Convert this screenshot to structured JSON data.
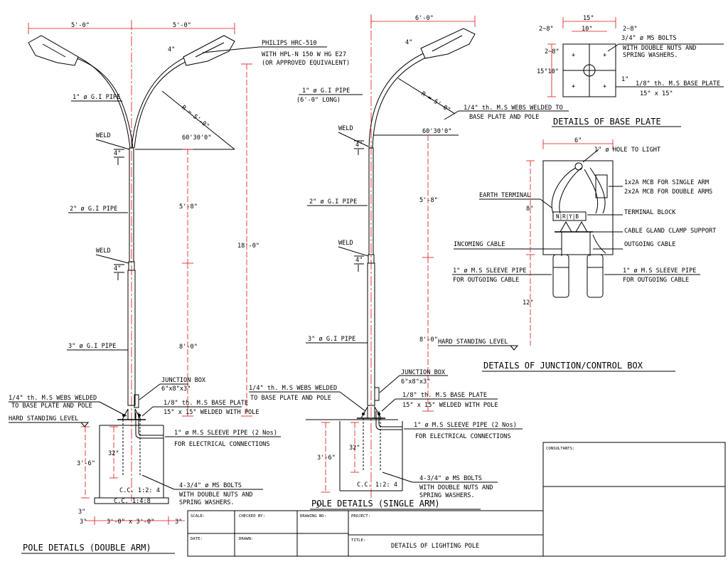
{
  "double": {
    "title": "POLE DETAILS (DOUBLE ARM)",
    "dim_left": "5'-0\"",
    "dim_right": "5'-0\"",
    "lamp_note": [
      "PHILIPS HRC-510",
      "WITH HPL-N 150 W HG E27",
      "(OR APPROVED EQUIVALENT)"
    ],
    "pipe_1": "1\" ø G.I PIPE",
    "pipe_2": "2\" ø G.I PIPE",
    "pipe_3": "3\" ø G.I PIPE",
    "weld": "WELD",
    "weld_dim": "4\"",
    "tilt": "4\"",
    "radius": "R = 5'-0\"",
    "angle": "60'30'0\"",
    "h_total": "18'-0\"",
    "h_upper": "5'-8\"",
    "h_lower": "8'-0\"",
    "junction_box": [
      "JUNCTION BOX",
      "6\"x8\"x3\""
    ],
    "webs": [
      "1/4\" th. M.S WEBS WELDED",
      "TO BASE PLATE AND POLE"
    ],
    "base_plate": [
      "1/8\" th. M.S BASE PLATE",
      "15\" x 15\" WELDED WITH POLE"
    ],
    "hard_standing": "HARD STANDING LEVEL",
    "sleeve": [
      "1\" ø M.S SLEEVE PIPE (2 Nos)",
      "FOR ELECTRICAL CONNECTIONS"
    ],
    "bolts": [
      "4-3/4\" ø MS BOLTS",
      "WITH DOUBLE NUTS AND",
      "SPRING WASHERS."
    ],
    "depth": "3'-6\"",
    "embed": "32\"",
    "cc1": "C.C. 1:2: 4",
    "cc2": "C.C. 1:4:8",
    "footing_side": "3\"",
    "footing_bottom": "3'-0\" x 3'-0\""
  },
  "single": {
    "title": "POLE DETAILS (SINGLE ARM)",
    "dim_top": "6'-0\"",
    "pipe_1": [
      "1\" ø G.I PIPE",
      "(6'-0\" LONG)"
    ],
    "webs_top": [
      "1/4\" th. M.S WEBS WELDED TO",
      "BASE PLATE AND POLE"
    ],
    "radius": "R = 5'-0\"",
    "angle": "60'30'0\"",
    "tilt": "4\"",
    "weld": "WELD",
    "weld_dim": "4\"",
    "pipe_2": "2\" ø G.I PIPE",
    "pipe_3": "3\" ø G.I PIPE",
    "h_upper": "5'-8\"",
    "h_lower": "8'-0\"",
    "junction_box": [
      "JUNCTION BOX",
      "6\"x8\"x3\""
    ],
    "webs": [
      "1/4\" th. M.S WEBS WELDED",
      "TO BASE PLATE AND POLE"
    ],
    "base_plate": [
      "1/8\" th. M.S BASE PLATE",
      "15\" x 15\" WELDED WITH POLE"
    ],
    "sleeve": [
      "1\" ø M.S SLEEVE PIPE (2 Nos)",
      "FOR ELECTRICAL CONNECTIONS"
    ],
    "bolts": [
      "4-3/4\" ø MS BOLTS",
      "WITH DOUBLE NUTS AND",
      "SPRING WASHERS."
    ],
    "depth": "3'-6\"",
    "embed": "32\"",
    "cc": "C.C. 1:2: 4",
    "bottom": "3\""
  },
  "base_plate": {
    "title": "DETAILS OF BASE PLATE",
    "w_total": "15\"",
    "w_inner": "10\"",
    "edge_l": "2~8\"",
    "edge_r": "2~8\"",
    "edge_v": "2~8\"",
    "h_inner": "15\"10\"",
    "gap": "1\"",
    "bolts": [
      "3/4\" ø MS BOLTS",
      "WITH DOUBLE NUTS AND",
      "SPRING WASHERS."
    ],
    "plate": [
      "1/8\" th. M.S BASE PLATE",
      "15\" x 15\""
    ]
  },
  "junction": {
    "title": "DETAILS OF JUNCTION/CONTROL BOX",
    "width": "6\"",
    "height": "8\"",
    "depth": "12\"",
    "hole": "1\" ø HOLE TO LIGHT",
    "mcb": [
      "1x2A MCB FOR SINGLE ARM",
      "2x2A MCB FOR DOUBLE ARMS"
    ],
    "earth": "EARTH TERMINAL",
    "terminal_block": "TERMINAL BLOCK",
    "terminal_marks": "N|R|Y|B",
    "gland": "CABLE GLAND CLAMP SUPPORT",
    "incoming": "INCOMING CABLE",
    "outgoing": "OUTGOING CABLE",
    "sleeve_l": [
      "1\" ø M.S SLEEVE PIPE",
      "FOR OUTGOING CABLE"
    ],
    "sleeve_r": [
      "1\" ø M.S SLEEVE PIPE",
      "FOR OUTGOING CABLE"
    ],
    "hard_standing": "HARD STANDING LEVEL"
  },
  "title_block": {
    "consultants": "CONSULTANTS:",
    "scale": "SCALE:",
    "checked_by": "CHECKED BY:",
    "drawing_no": "DRAWING NO:",
    "project": "PROJECT:",
    "date": "DATE:",
    "drawn": "DRAWN:",
    "title_label": "TITLE:",
    "title": "DETAILS OF LIGHTING POLE"
  }
}
